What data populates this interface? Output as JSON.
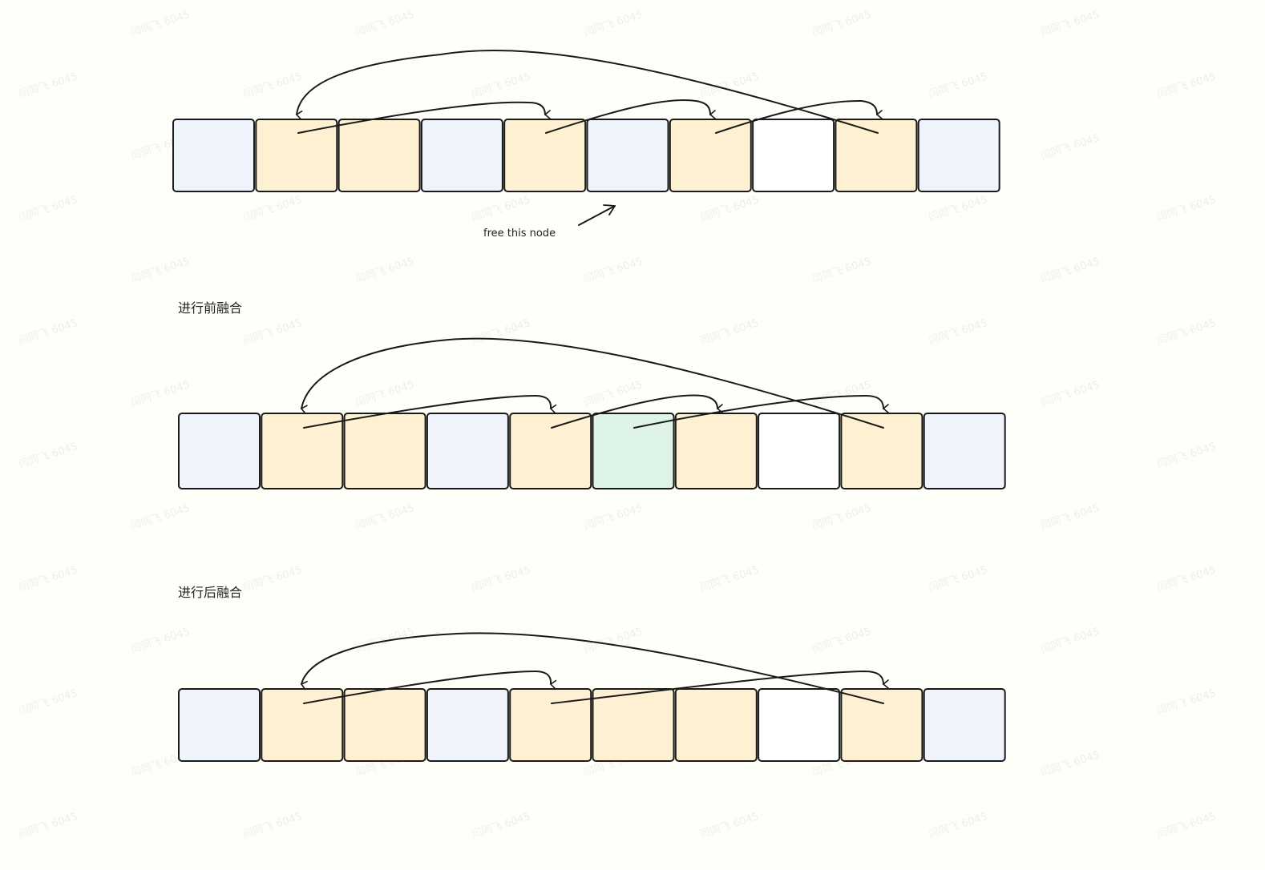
{
  "colors": {
    "background": "#fffffa",
    "free_block": "#eef3fc",
    "used_block": "#fdf1d1",
    "empty_block": "#ffffff",
    "freed_block": "#def4e6",
    "stroke": "#1a1a1a"
  },
  "annotation": {
    "free_node_label": "free this node"
  },
  "sections": [
    {
      "title": "",
      "blocks": [
        "free",
        "used",
        "used",
        "free",
        "used",
        "free",
        "used",
        "empty",
        "used",
        "free"
      ]
    },
    {
      "title": "进行前融合",
      "blocks": [
        "free",
        "used",
        "used",
        "free",
        "used",
        "freed",
        "used",
        "empty",
        "used",
        "free"
      ]
    },
    {
      "title": "进行后融合",
      "blocks": [
        "free",
        "used",
        "used",
        "free",
        "used",
        "used",
        "used",
        "empty",
        "used",
        "free"
      ]
    }
  ],
  "watermark": {
    "text": "闫同飞 6045"
  }
}
